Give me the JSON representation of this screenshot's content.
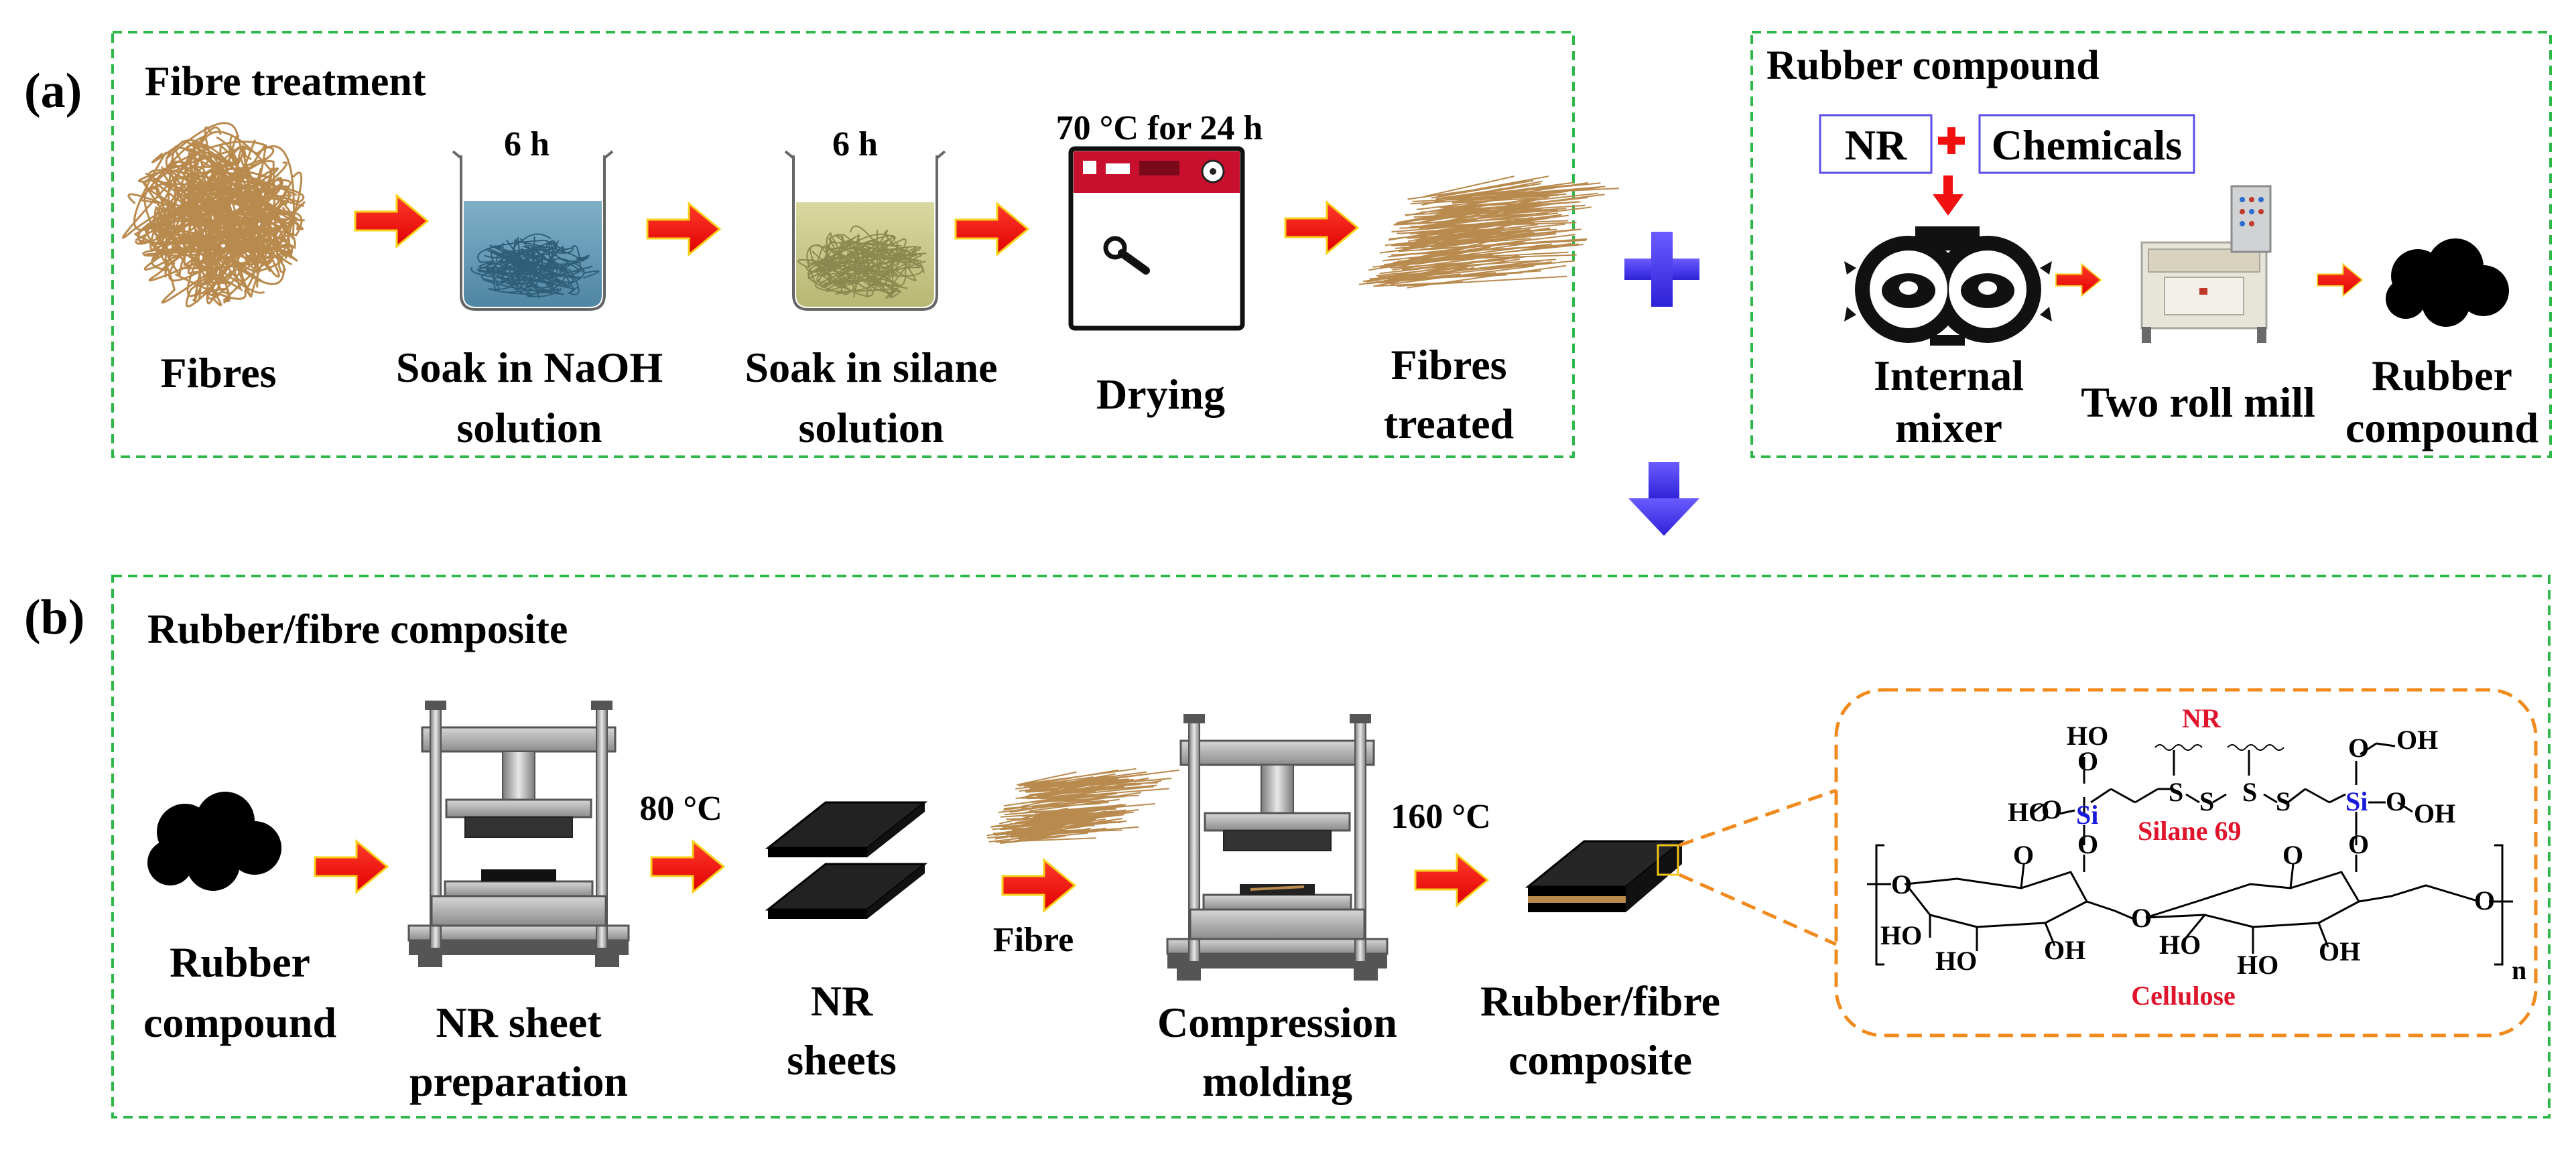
{
  "panel_a": {
    "letter": "(a)",
    "fibre_title": "Fibre treatment",
    "rubber_title": "Rubber compound",
    "beaker1_time": "6 h",
    "beaker2_time": "6 h",
    "oven_cond": "70 °C for 24 h",
    "steps": {
      "fibres": "Fibres",
      "naoh_l1": "Soak in NaOH",
      "naoh_l2": "solution",
      "silane_l1": "Soak in silane",
      "silane_l2": "solution",
      "drying": "Drying",
      "treated_l1": "Fibres",
      "treated_l2": "treated"
    },
    "rubber": {
      "nr": "NR",
      "plus": "+",
      "chemicals": "Chemicals",
      "mixer_l1": "Internal",
      "mixer_l2": "mixer",
      "mill": "Two roll mill",
      "compound_l1": "Rubber",
      "compound_l2": "compound"
    }
  },
  "panel_b": {
    "letter": "(b)",
    "title": "Rubber/fibre composite",
    "temp1": "80 °C",
    "temp2": "160 °C",
    "fibre": "Fibre",
    "steps": {
      "compound_l1": "Rubber",
      "compound_l2": "compound",
      "sheet_l1": "NR sheet",
      "sheet_l2": "preparation",
      "sheets_l1": "NR",
      "sheets_l2": "sheets",
      "mold_l1": "Compression",
      "mold_l2": "molding",
      "composite_l1": "Rubber/fibre",
      "composite_l2": "composite"
    },
    "chem": {
      "nr": "NR",
      "silane": "Silane 69",
      "cellulose": "Cellulose",
      "si": "Si",
      "s": "S",
      "ho": "HO",
      "oh": "OH",
      "o": "O",
      "n": "n"
    }
  },
  "colors": {
    "dashed_green": "#2eb84a",
    "dashed_orange": "#f08a1c",
    "arrow_red": "#f01010",
    "arrow_blue": "#4a3cf0",
    "fibre": "#b98a4e",
    "label_red": "#e0142b",
    "si_blue": "#1a1adc",
    "box_blue": "#5a4ee8"
  }
}
